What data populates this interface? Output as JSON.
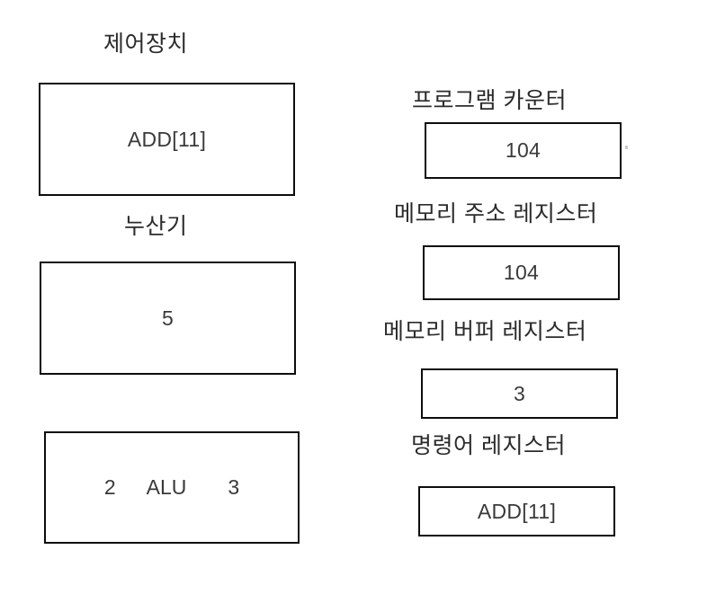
{
  "diagram": {
    "title": "CPU block diagram (Korean)",
    "background_color": "#ffffff",
    "border_color": "#0d0d0d",
    "text_color": "#3a3a3a"
  },
  "left_column": {
    "control_unit": {
      "label": "제어장치",
      "value": "ADD[11]"
    },
    "accumulator": {
      "label": "누산기",
      "value": "5"
    },
    "alu": {
      "left_operand": "2",
      "name": "ALU",
      "right_operand": "3"
    }
  },
  "right_column": {
    "program_counter": {
      "label": "프로그램 카운터",
      "value": "104"
    },
    "memory_address_register": {
      "label": "메모리 주소 레지스터",
      "value": "104"
    },
    "memory_buffer_register": {
      "label": "메모리 버퍼 레지스터",
      "value": "3"
    },
    "instruction_register": {
      "label": "명령어 레지스터",
      "value": "ADD[11]"
    }
  }
}
